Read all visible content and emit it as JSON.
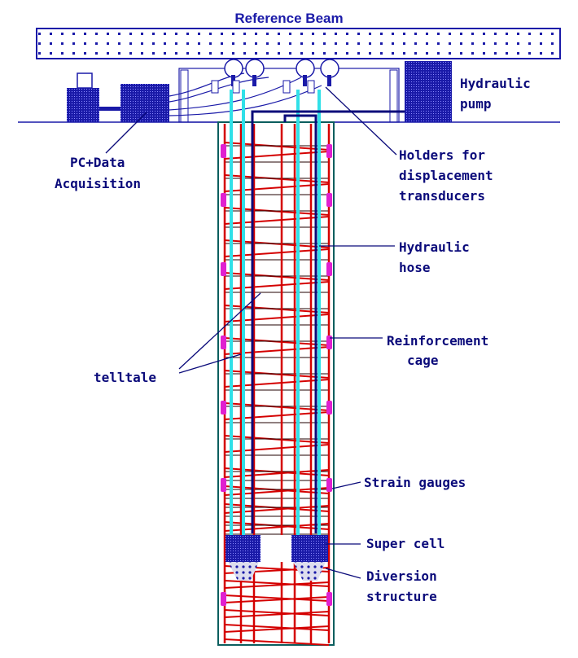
{
  "title": "Reference Beam",
  "labels": {
    "hydraulic_pump": [
      "Hydraulic",
      "pump"
    ],
    "pc_data": [
      "PC+Data",
      "Acquisition"
    ],
    "holders": [
      "Holders for",
      "displacement",
      "transducers"
    ],
    "hose": [
      "Hydraulic",
      "hose"
    ],
    "cage": [
      "Reinforcement",
      "cage"
    ],
    "telltale": "telltale",
    "strain_gauges": "Strain gauges",
    "super_cell": "Super cell",
    "diversion": [
      "Diversion",
      "structure"
    ]
  },
  "colors": {
    "blue": "#1a1aa8",
    "red": "#d40000",
    "cyan": "#30e0e8",
    "magenta": "#e020d0",
    "navy": "#0a0a7a"
  }
}
